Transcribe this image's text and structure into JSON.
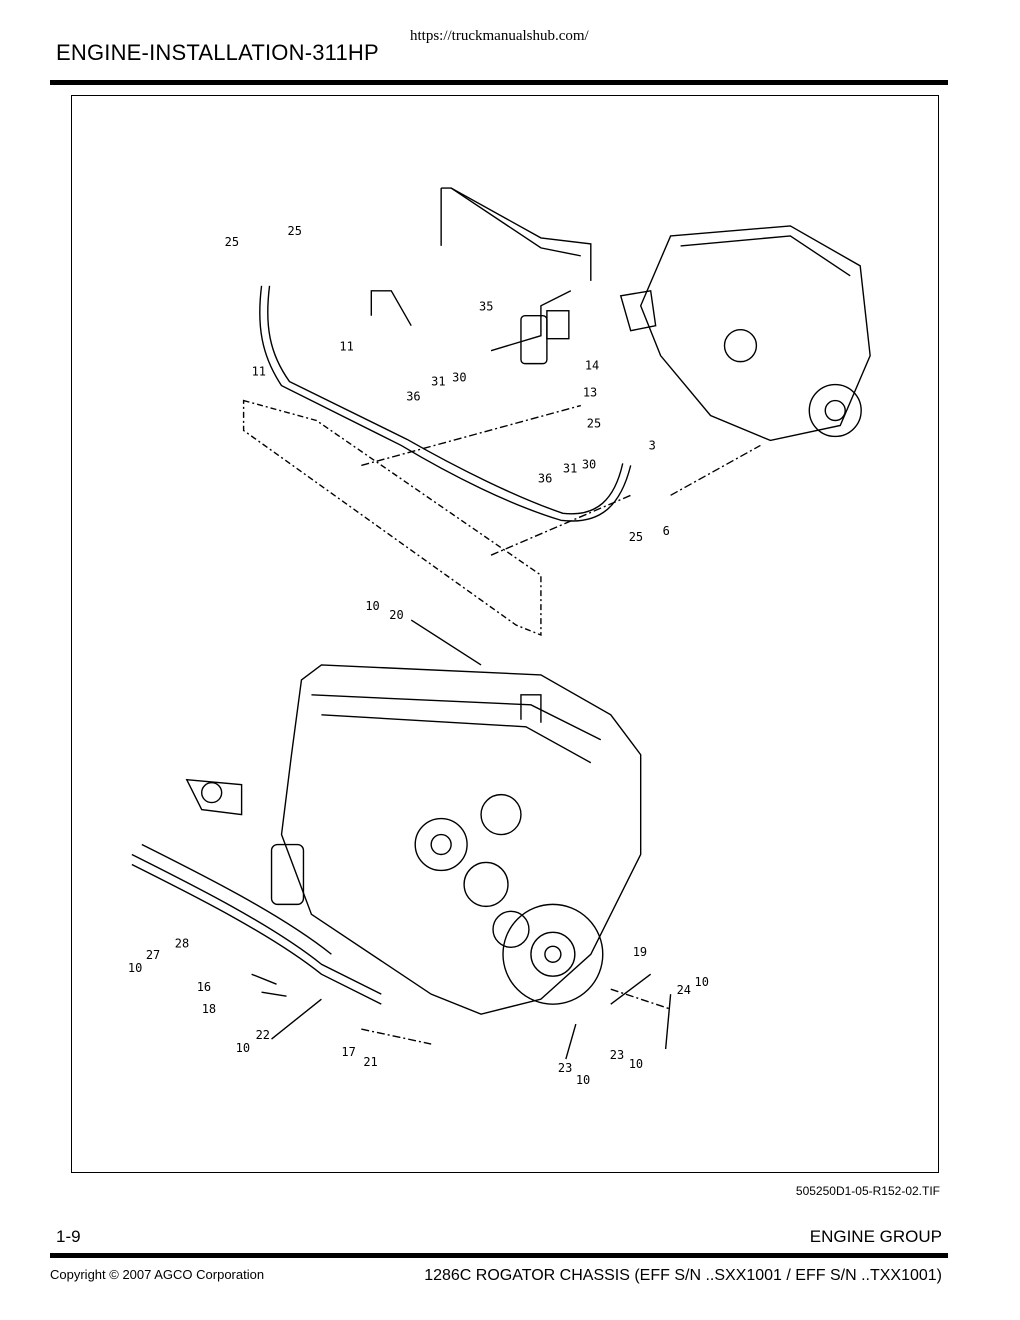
{
  "header": {
    "watermark": "https://truckmanualshub.com/",
    "title": "ENGINE-INSTALLATION-311HP"
  },
  "figure": {
    "file_ref": "505250D1-05-R152-02.TIF",
    "callouts": [
      "25",
      "25",
      "11",
      "11",
      "35",
      "36",
      "31",
      "30",
      "14",
      "13",
      "25",
      "3",
      "36",
      "31",
      "30",
      "6",
      "25",
      "10",
      "20",
      "28",
      "27",
      "10",
      "16",
      "18",
      "22",
      "10",
      "17",
      "21",
      "19",
      "24",
      "10",
      "23",
      "10",
      "23",
      "10"
    ]
  },
  "footer": {
    "page_number": "1-9",
    "section": "ENGINE GROUP",
    "copyright": "Copyright © 2007 AGCO Corporation",
    "model": "1286C ROGATOR CHASSIS (EFF S/N ..SXX1001 / EFF S/N ..TXX1001)"
  }
}
